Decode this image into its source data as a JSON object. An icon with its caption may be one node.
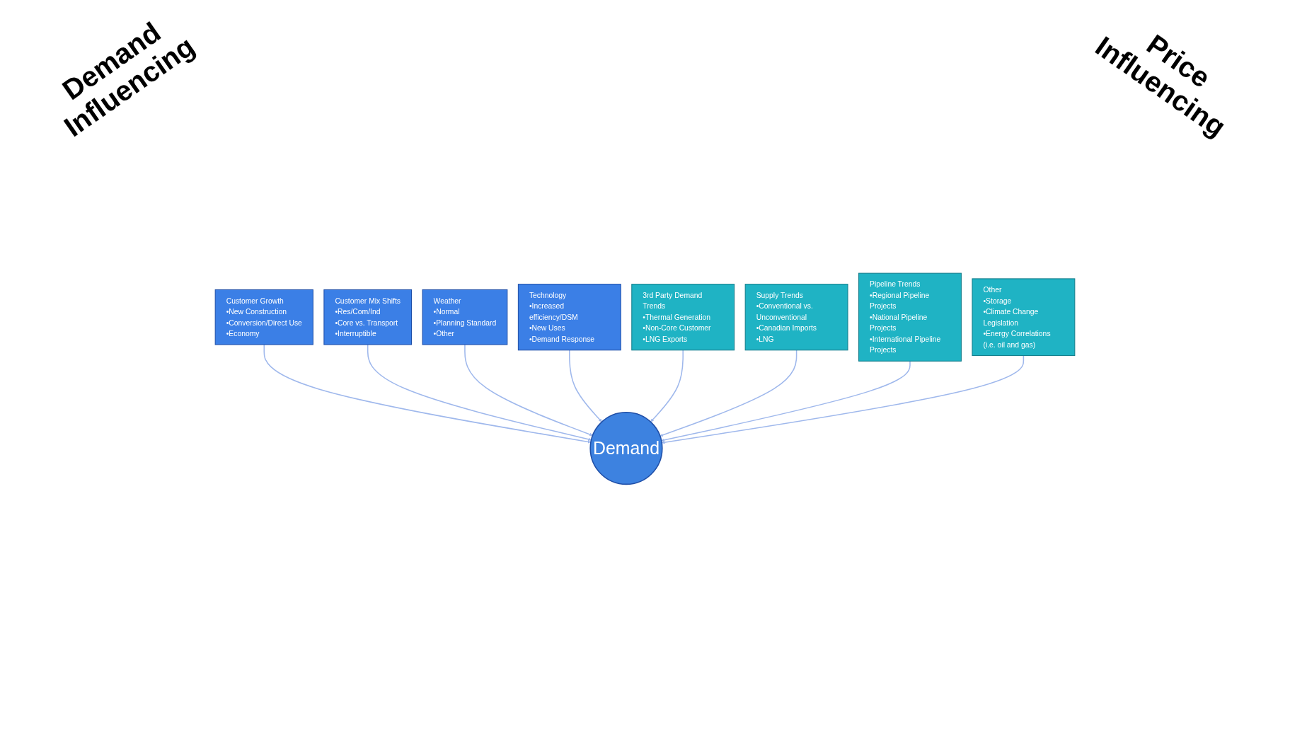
{
  "diagram": {
    "nodes": [
      {
        "text": [
          "Customer Growth",
          "•New Construction",
          "•Conversion/Direct Use",
          "•Economy"
        ]
      },
      {
        "text": [
          "Customer Mix Shifts",
          "•Res/Com/Ind",
          "•Core vs. Transport",
          "•Interruptible"
        ]
      },
      {
        "text": [
          "Weather",
          "•Normal",
          "•Planning Standard",
          "•Other"
        ]
      },
      {
        "text": [
          "Technology",
          "•Increased efficiency/DSM",
          "•New Uses",
          "•Demand Response"
        ]
      },
      {
        "text": [
          "3rd Party Demand Trends",
          "•Thermal Generation",
          "•Non-Core Customer",
          "•LNG Exports"
        ]
      },
      {
        "text": [
          "Supply Trends",
          "•Conventional vs. Unconventional",
          "•Canadian Imports",
          "•LNG"
        ]
      },
      {
        "text": [
          "Pipeline Trends",
          "•Regional Pipeline Projects",
          "•National Pipeline Projects",
          "•International Pipeline Projects"
        ]
      },
      {
        "text": [
          "Other",
          "•Storage",
          "•Climate Change Legislation",
          "•Energy Correlations (i.e. oil and gas)"
        ]
      },
      {
        "text": [
          "Demand"
        ]
      }
    ],
    "edges": [
      {
        "from": 0,
        "to": 8,
        "arrow": "to"
      },
      {
        "from": 1,
        "to": 8,
        "arrow": "to"
      },
      {
        "from": 2,
        "to": 8,
        "arrow": "to"
      },
      {
        "from": 3,
        "to": 8,
        "arrow": "to"
      },
      {
        "from": 4,
        "to": 8,
        "arrow": "to"
      },
      {
        "from": 5,
        "to": 8,
        "arrow": "to"
      },
      {
        "from": 6,
        "to": 8,
        "arrow": "to"
      },
      {
        "from": 7,
        "to": 8,
        "arrow": "to"
      }
    ],
    "labels": [
      "Demand Influencing",
      "Price Influencing"
    ]
  }
}
